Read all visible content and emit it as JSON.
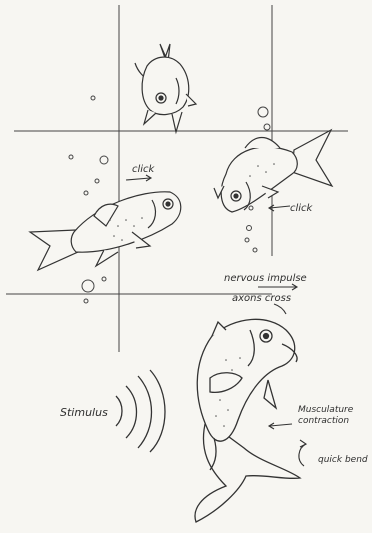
{
  "labels": {
    "click_left": "click",
    "click_right": "click",
    "nervous_impulse": "nervous impulse",
    "axons_cross": "axons cross",
    "stimulus": "Stimulus",
    "musculature_line1": "Musculature",
    "musculature_line2": "contraction",
    "quick_bend": "quick bend"
  },
  "colors": {
    "ink": "#2f2f2f",
    "paper": "#f7f6f2"
  }
}
